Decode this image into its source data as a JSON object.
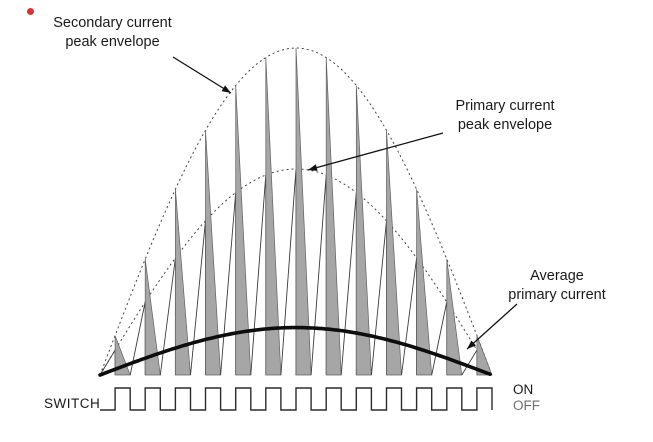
{
  "annotations": {
    "secondary_envelope": {
      "line1": "Secondary current",
      "line2": "peak envelope"
    },
    "primary_envelope": {
      "line1": "Primary current",
      "line2": "peak envelope"
    },
    "average_current": {
      "line1": "Average",
      "line2": "primary current"
    }
  },
  "switch_panel": {
    "label": "SWITCH",
    "state_on": "ON",
    "state_off": "OFF"
  },
  "diagram": {
    "switching_cycles": 13,
    "duty_cycle": 0.5,
    "envelope_relative_heights": {
      "secondary_peak": 1.0,
      "primary_peak": 0.63,
      "average_primary": 0.145
    }
  },
  "colors": {
    "pulse_fill": "#a6a6a6",
    "line": "#1a1a1a",
    "accent_dot": "#e03131"
  }
}
